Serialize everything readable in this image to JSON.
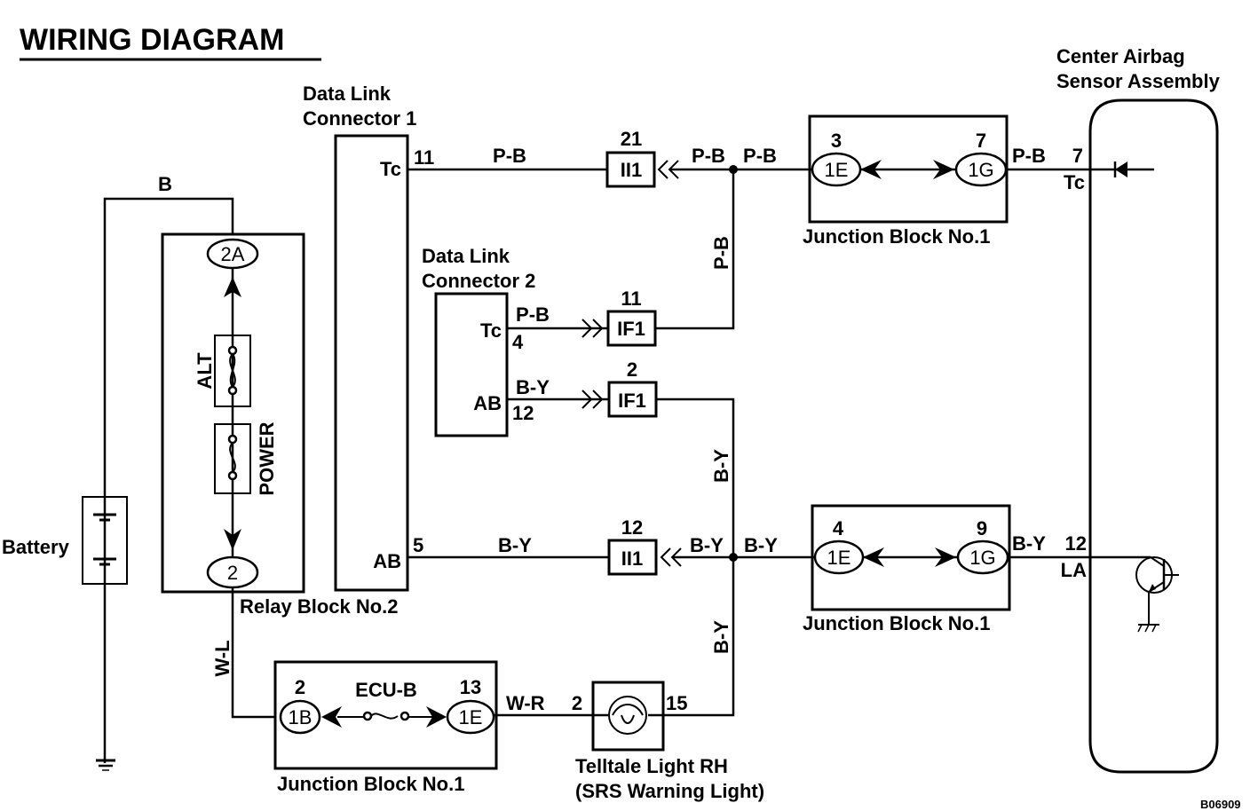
{
  "title": "WIRING DIAGRAM",
  "figure_code": "B06909",
  "components": {
    "battery": {
      "label": "Battery"
    },
    "relay_block": {
      "label": "Relay Block No.2",
      "top_connector": "2A",
      "bottom_connector": "2",
      "fuse_alt": "ALT",
      "fuse_power": "POWER"
    },
    "dlc1": {
      "label_line1": "Data Link",
      "label_line2": "Connector 1",
      "pin_tc": "Tc",
      "pin_tc_num": "11",
      "pin_ab": "AB",
      "pin_ab_num": "5"
    },
    "dlc2": {
      "label_line1": "Data Link",
      "label_line2": "Connector 2",
      "pin_tc": "Tc",
      "pin_tc_num": "4",
      "pin_ab": "AB",
      "pin_ab_num": "12"
    },
    "connectors": {
      "ii1_top": {
        "id": "II1",
        "pin": "21"
      },
      "if1_top": {
        "id": "IF1",
        "pin": "11"
      },
      "if1_bottom": {
        "id": "IF1",
        "pin": "2"
      },
      "ii1_bottom": {
        "id": "II1",
        "pin": "12"
      }
    },
    "jb_top": {
      "label": "Junction Block No.1",
      "left_id": "1E",
      "left_pin": "3",
      "right_id": "1G",
      "right_pin": "7"
    },
    "jb_mid": {
      "label": "Junction Block No.1",
      "left_id": "1E",
      "left_pin": "4",
      "right_id": "1G",
      "right_pin": "9"
    },
    "jb_bottom": {
      "label": "Junction Block No.1",
      "left_id": "1B",
      "left_pin": "2",
      "right_id": "1E",
      "right_pin": "13",
      "fuse": "ECU-B"
    },
    "telltale": {
      "label_line1": "Telltale Light RH",
      "label_line2": "(SRS Warning Light)",
      "pin_in": "2",
      "pin_out": "15"
    },
    "airbag": {
      "label_line1": "Center Airbag",
      "label_line2": "Sensor Assembly",
      "pin_tc_num": "7",
      "pin_tc": "Tc",
      "pin_la_num": "12",
      "pin_la": "LA"
    }
  },
  "wires": {
    "battery_feed": "B",
    "relay_out": "W-L",
    "dlc1_tc": "P-B",
    "dlc1_ab": "B-Y",
    "dlc2_tc": "P-B",
    "dlc2_ab": "B-Y",
    "pb_left": "P-B",
    "pb_right": "P-B",
    "pb_vertical": "P-B",
    "by_left": "B-Y",
    "by_right": "B-Y",
    "by_vertical_upper": "B-Y",
    "by_vertical_lower": "B-Y",
    "jb_top_out": "P-B",
    "jb_mid_out": "B-Y",
    "jb_bottom_out": "W-R"
  }
}
